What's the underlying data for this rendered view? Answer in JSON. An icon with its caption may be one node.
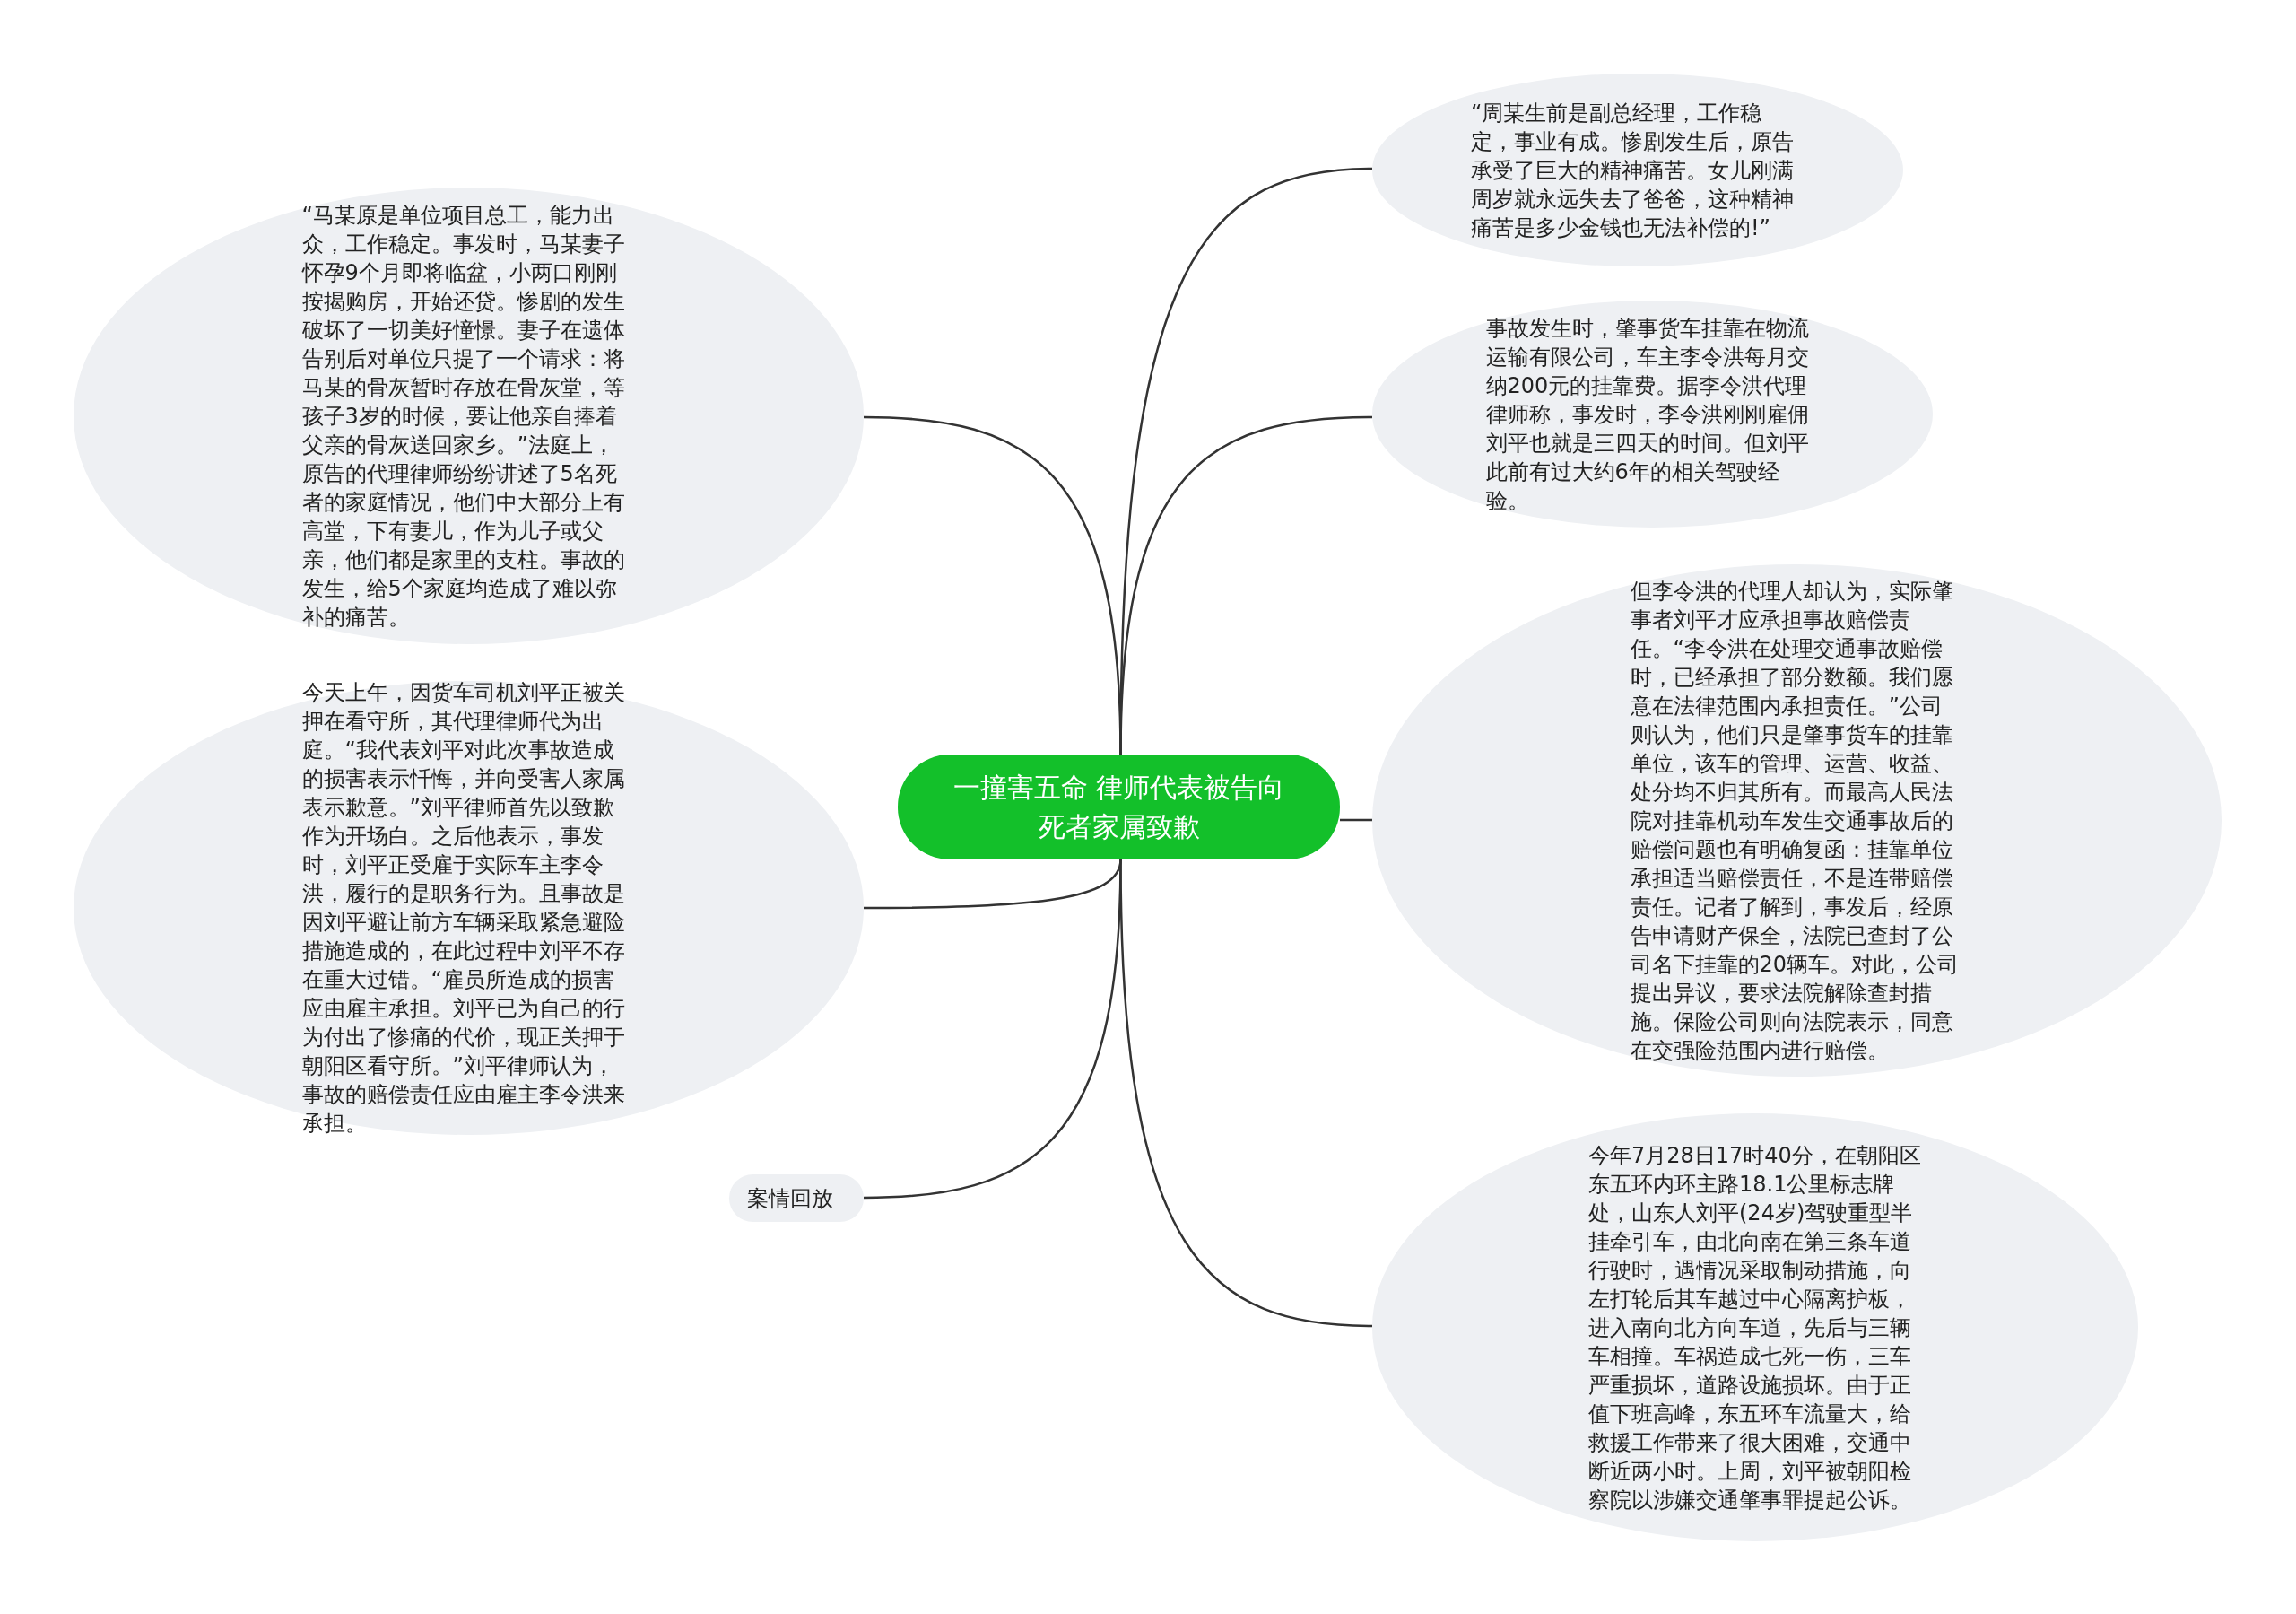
{
  "diagram": {
    "nodes": [
      {
        "text": [
          "一撞害五命 律师代表被告向死者家属致歉"
        ]
      },
      {
        "text": [
          "“马某原是单位项目总工，能力出众，工作稳定。事发时，马某妻子怀孕9个月即将临盆，小两口刚刚按揭购房，开始还贷。惨剧的发生破坏了一切美好憧憬。妻子在遗体告别后对单位只提了一个请求：将马某的骨灰暂时存放在骨灰堂，等孩子3岁的时候，要让他亲自捧着父亲的骨灰送回家乡。”法庭上，原告的代理律师纷纷讲述了5名死者的家庭情况，他们中大部分上有高堂，下有妻儿，作为儿子或父亲，他们都是家里的支柱。事故的发生，给5个家庭均造成了难以弥补的痛苦。"
        ]
      },
      {
        "text": [
          "今天上午，因货车司机刘平正被关押在看守所，其代理律师代为出庭。“我代表刘平对此次事故造成的损害表示忏悔，并向受害人家属表示歉意。”刘平律师首先以致歉作为开场白。之后他表示，事发时，刘平正受雇于实际车主李令洪，履行的是职务行为。且事故是因刘平避让前方车辆采取紧急避险措施造成的，在此过程中刘平不存在重大过错。“雇员所造成的损害应由雇主承担。刘平已为自己的行为付出了惨痛的代价，现正关押于朝阳区看守所。”刘平律师认为，事故的赔偿责任应由雇主李令洪来承担。"
        ]
      },
      {
        "text": [
          "案情回放"
        ]
      },
      {
        "text": [
          "“周某生前是副总经理，工作稳定，事业有成。惨剧发生后，原告承受了巨大的精神痛苦。女儿刚满周岁就永远失去了爸爸，这种精神痛苦是多少金钱也无法补偿的!”"
        ]
      },
      {
        "text": [
          "事故发生时，肇事货车挂靠在物流运输有限公司，车主李令洪每月交纳200元的挂靠费。据李令洪代理律师称，事发时，李令洪刚刚雇佣刘平也就是三四天的时间。但刘平此前有过大约6年的相关驾驶经验。"
        ]
      },
      {
        "text": [
          "但李令洪的代理人却认为，实际肇事者刘平才应承担事故赔偿责任。“李令洪在处理交通事故赔偿时，已经承担了部分数额。我们愿意在法律范围内承担责任。”公司则认为，他们只是肇事货车的挂靠单位，该车的管理、运营、收益、处分均不归其所有。而最高人民法院对挂靠机动车发生交通事故后的赔偿问题也有明确复函：挂靠单位承担适当赔偿责任，不是连带赔偿责任。记者了解到，事发后，经原告申请财产保全，法院已查封了公司名下挂靠的20辆车。对此，公司提出异议，要求法院解除查封措施。保险公司则向法院表示，同意在交强险范围内进行赔偿。"
        ]
      },
      {
        "text": [
          "今年7月28日17时40分，在朝阳区东五环内环主路18.1公里标志牌处，山东人刘平(24岁)驾驶重型半挂牵引车，由北向南在第三条车道行驶时，遇情况采取制动措施，向左打轮后其车越过中心隔离护板，进入南向北方向车道，先后与三辆车相撞。车祸造成七死一伤，三车严重损坏，道路设施损坏。由于正值下班高峰，东五环车流量大，给救援工作带来了很大困难，交通中断近两小时。上周，刘平被朝阳检察院以涉嫌交通肇事罪提起公诉。"
        ]
      }
    ],
    "edges": [
      {
        "from": 0,
        "to": 1,
        "arrow": "none"
      },
      {
        "from": 0,
        "to": 2,
        "arrow": "none"
      },
      {
        "from": 0,
        "to": 3,
        "arrow": "none"
      },
      {
        "from": 0,
        "to": 4,
        "arrow": "none"
      },
      {
        "from": 0,
        "to": 5,
        "arrow": "none"
      },
      {
        "from": 0,
        "to": 6,
        "arrow": "none"
      },
      {
        "from": 0,
        "to": 7,
        "arrow": "none"
      }
    ]
  }
}
